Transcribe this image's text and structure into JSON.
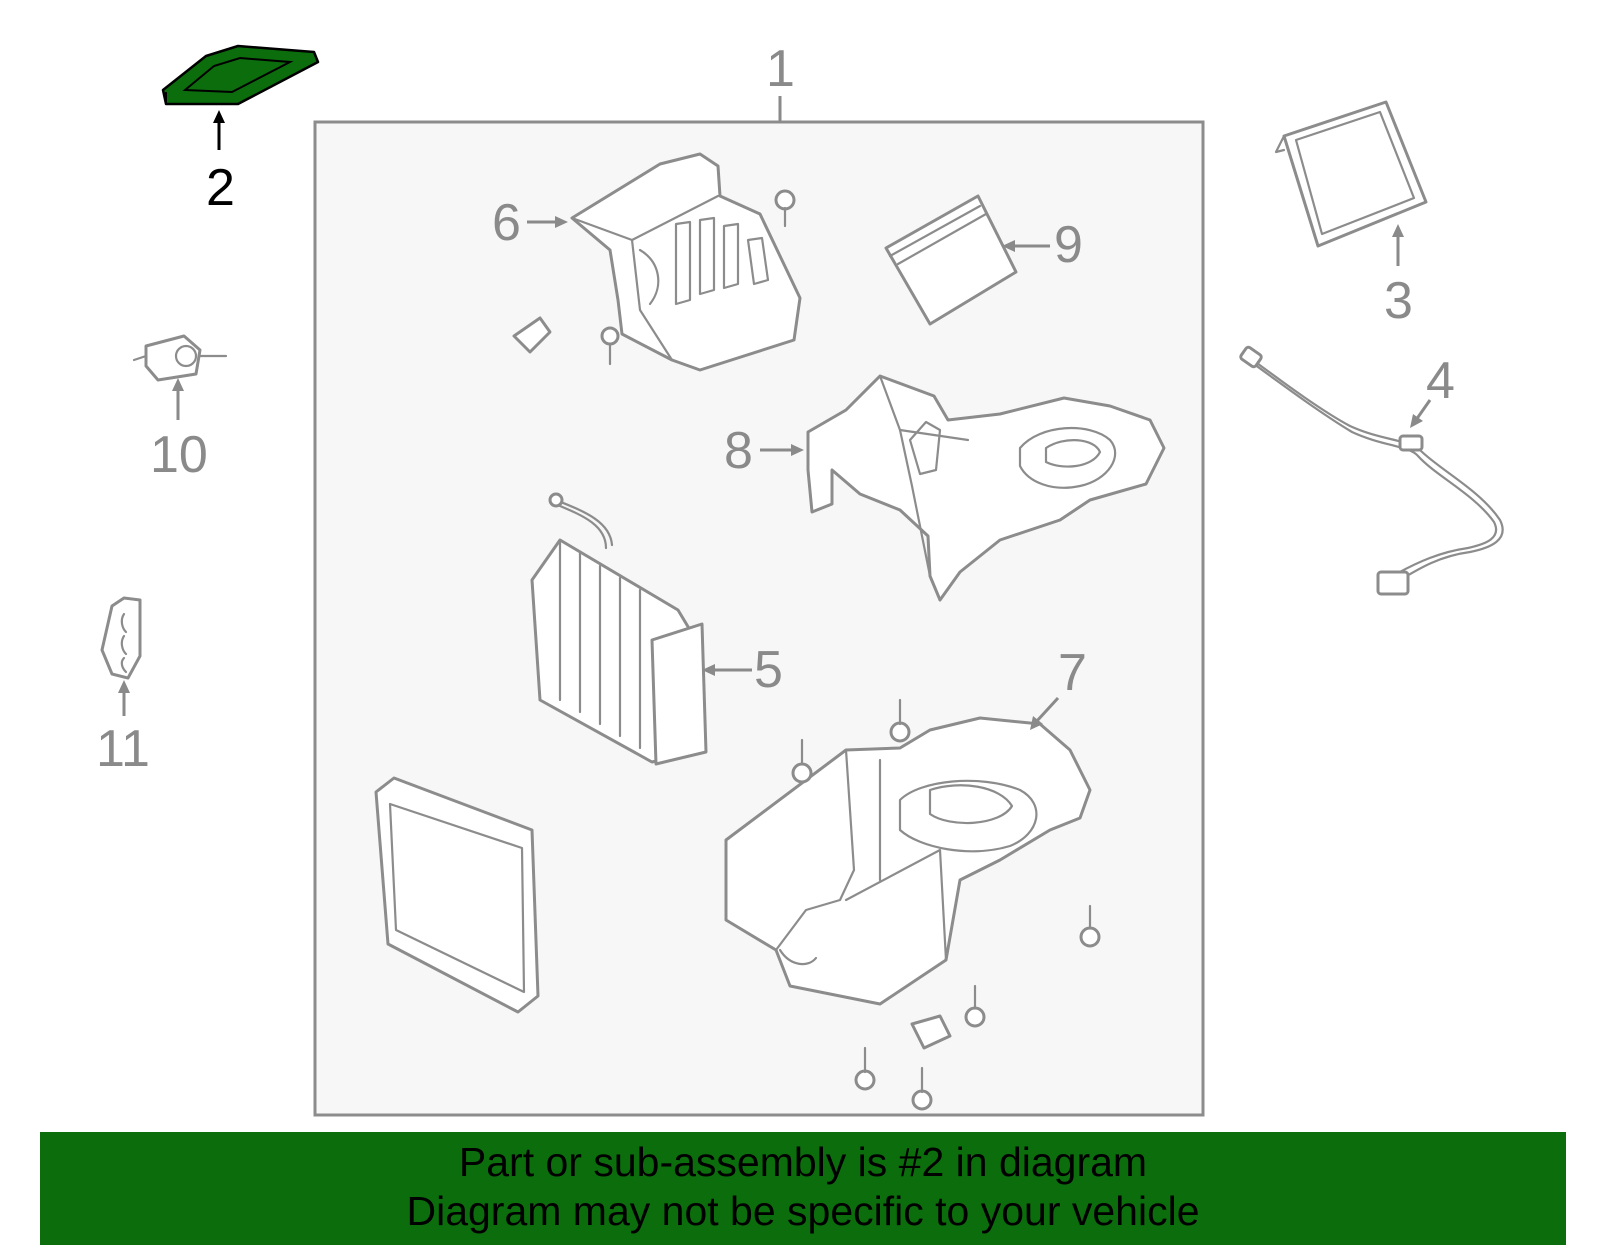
{
  "diagram": {
    "highlighted_part": "2",
    "highlight_color": "#0c6d0c",
    "line_color": "#8c8c8c",
    "callouts": {
      "c1": "1",
      "c2": "2",
      "c3": "3",
      "c4": "4",
      "c5": "5",
      "c6": "6",
      "c7": "7",
      "c8": "8",
      "c9": "9",
      "c10": "10",
      "c11": "11"
    }
  },
  "footer": {
    "line1": "Part or sub-assembly is #2 in diagram",
    "line2": "Diagram may not be specific to your vehicle",
    "background": "#0c6d0c"
  }
}
